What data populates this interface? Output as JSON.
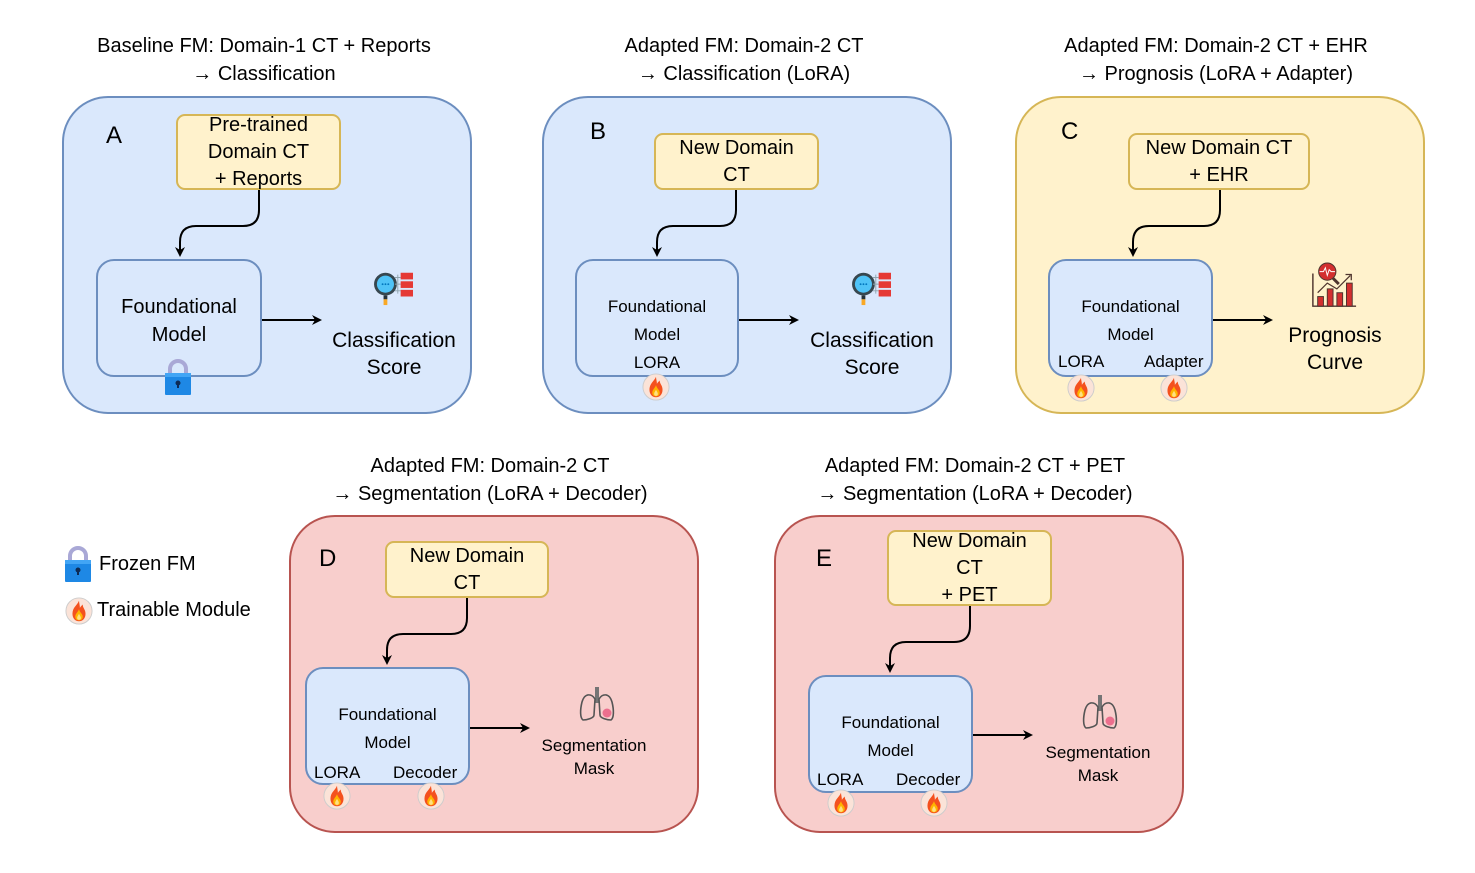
{
  "panels": {
    "A": {
      "letter": "A",
      "title_line1": "Baseline FM: Domain-1 CT + Reports",
      "title_line2": "→ Classification",
      "input_lines": [
        "Pre-trained",
        "Domain CT",
        "+ Reports"
      ],
      "model_lines": [
        "Foundational",
        "Model"
      ],
      "output_lines": [
        "Classification",
        "Score"
      ],
      "output_icon": "classification-magnifier-icon",
      "module_icons": [
        "lock-icon"
      ],
      "theme": "blue"
    },
    "B": {
      "letter": "B",
      "title_line1": "Adapted FM: Domain-2 CT",
      "title_line2": "→ Classification (LoRA)",
      "input_lines": [
        "New Domain",
        "CT"
      ],
      "model_lines": [
        "Foundational",
        "Model",
        "LORA"
      ],
      "output_lines": [
        "Classification",
        "Score"
      ],
      "output_icon": "classification-magnifier-icon",
      "module_icons": [
        "fire-icon"
      ],
      "theme": "blue"
    },
    "C": {
      "letter": "C",
      "title_line1": "Adapted FM: Domain-2 CT + EHR",
      "title_line2": "→ Prognosis (LoRA + Adapter)",
      "input_lines": [
        "New Domain CT",
        "+ EHR"
      ],
      "model_lines": [
        "Foundational",
        "Model"
      ],
      "module_labels": [
        "LORA",
        "Adapter"
      ],
      "output_lines": [
        "Prognosis",
        "Curve"
      ],
      "output_icon": "prognosis-chart-icon",
      "module_icons": [
        "fire-icon",
        "fire-icon"
      ],
      "theme": "yellow"
    },
    "D": {
      "letter": "D",
      "title_line1": "Adapted FM: Domain-2 CT",
      "title_line2": "→ Segmentation (LoRA + Decoder)",
      "input_lines": [
        "New Domain",
        "CT"
      ],
      "model_lines": [
        "Foundational",
        "Model"
      ],
      "module_labels": [
        "LORA",
        "Decoder"
      ],
      "output_lines": [
        "Segmentation",
        "Mask"
      ],
      "output_icon": "lungs-icon",
      "module_icons": [
        "fire-icon",
        "fire-icon"
      ],
      "theme": "red"
    },
    "E": {
      "letter": "E",
      "title_line1": "Adapted FM: Domain-2 CT + PET",
      "title_line2": "→ Segmentation (LoRA + Decoder)",
      "input_lines": [
        "New Domain",
        "CT",
        "+ PET"
      ],
      "model_lines": [
        "Foundational",
        "Model"
      ],
      "module_labels": [
        "LORA",
        "Decoder"
      ],
      "output_lines": [
        "Segmentation",
        "Mask"
      ],
      "output_icon": "lungs-icon",
      "module_icons": [
        "fire-icon",
        "fire-icon"
      ],
      "theme": "red"
    }
  },
  "legend": {
    "frozen_label": "Frozen FM",
    "trainable_label": "Trainable Module"
  },
  "colors": {
    "blue_fill": "#dae8fc",
    "blue_stroke": "#6c8ebf",
    "yellow_fill": "#fff2cc",
    "yellow_stroke": "#d6b656",
    "red_fill": "#f8cecc",
    "red_stroke": "#b85450"
  }
}
